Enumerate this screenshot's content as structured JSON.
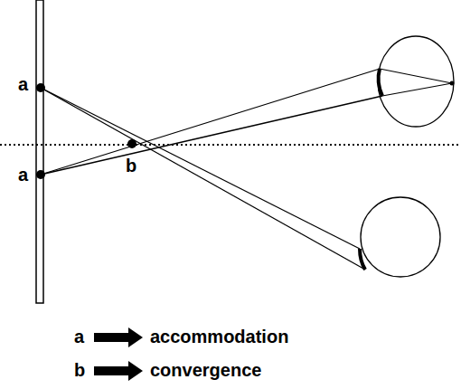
{
  "diagram": {
    "labels": [
      "a",
      "a",
      "b",
      "a",
      "accommodation",
      "b",
      "convergence"
    ]
  }
}
